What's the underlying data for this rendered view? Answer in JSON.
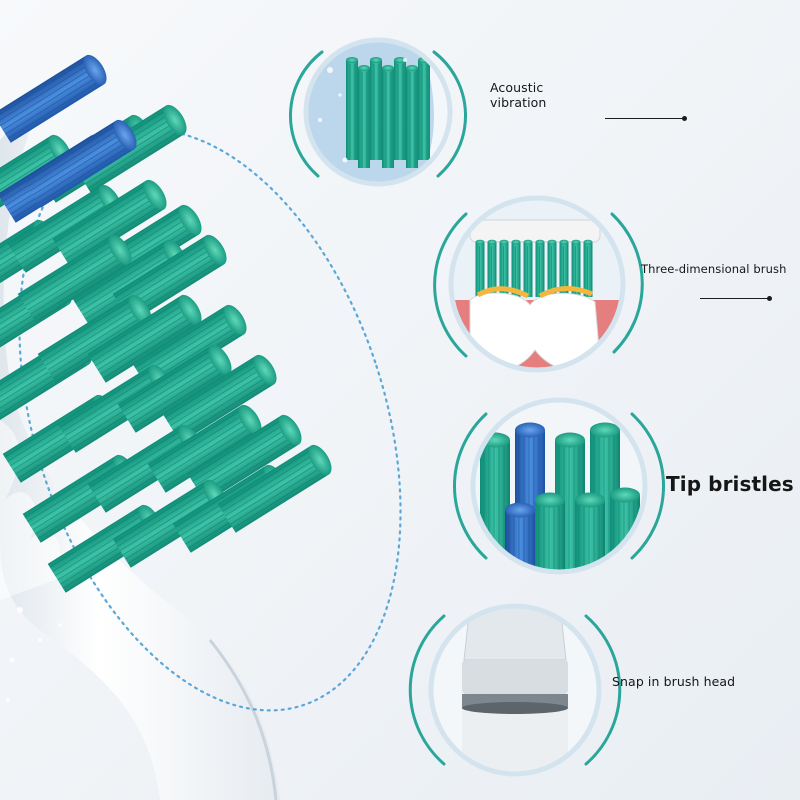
{
  "features": [
    {
      "id": "acoustic",
      "label_line1": "Acoustic",
      "label_line2": "vibration",
      "icon": "acoustic-vibration-icon"
    },
    {
      "id": "three-d",
      "label": "Three-dimensional brush",
      "icon": "three-dimensional-brush-icon"
    },
    {
      "id": "tip",
      "label": "Tip bristles",
      "icon": "tip-bristles-icon"
    },
    {
      "id": "snap",
      "label": "Snap in brush head",
      "icon": "snap-in-brush-head-icon"
    }
  ],
  "colors": {
    "background": "#f3f6f9",
    "bristle_teal": "#1aa88f",
    "bristle_blue": "#2f6fc4",
    "ring_teal": "#2aa69a",
    "dotted_ring": "#5aa7d8",
    "text": "#161616"
  }
}
